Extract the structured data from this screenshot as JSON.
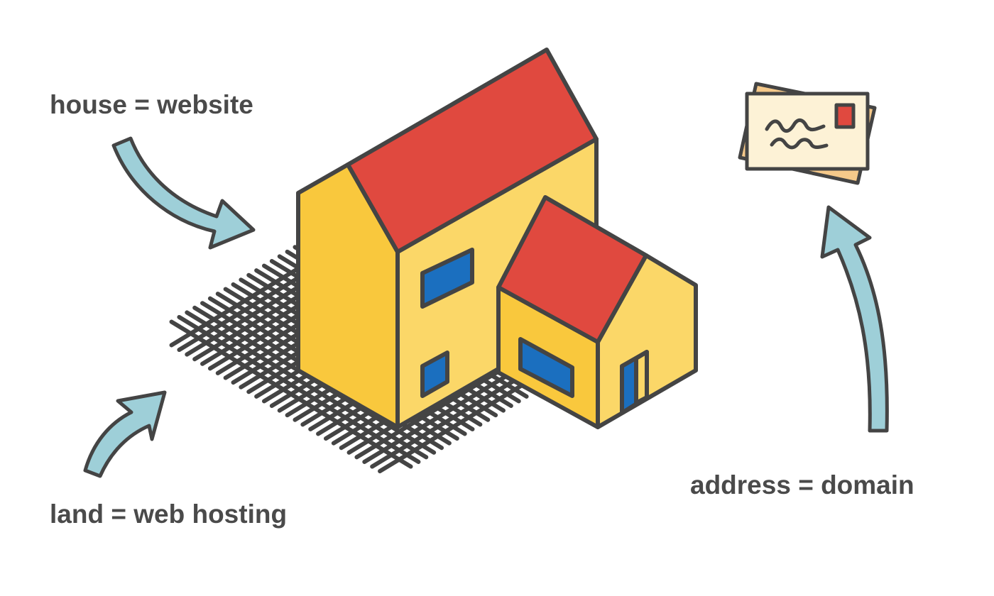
{
  "labels": {
    "house": "house = website",
    "land": "land = web hosting",
    "address": "address = domain"
  },
  "icons": {
    "house": "house-icon",
    "land": "land-grid-icon",
    "envelope": "envelope-icon",
    "arrow": "curved-arrow-icon"
  },
  "colors": {
    "text": "#4a4a4a",
    "outline": "#444444",
    "roof": "#e0493f",
    "wall_front": "#f9c83d",
    "wall_side": "#fbd768",
    "window": "#1b6fbf",
    "arrow": "#9ecfd8",
    "envelope": "#fdf2d6",
    "envelope_back": "#f5c98a",
    "stamp": "#e0493f",
    "grid": "#444444"
  }
}
